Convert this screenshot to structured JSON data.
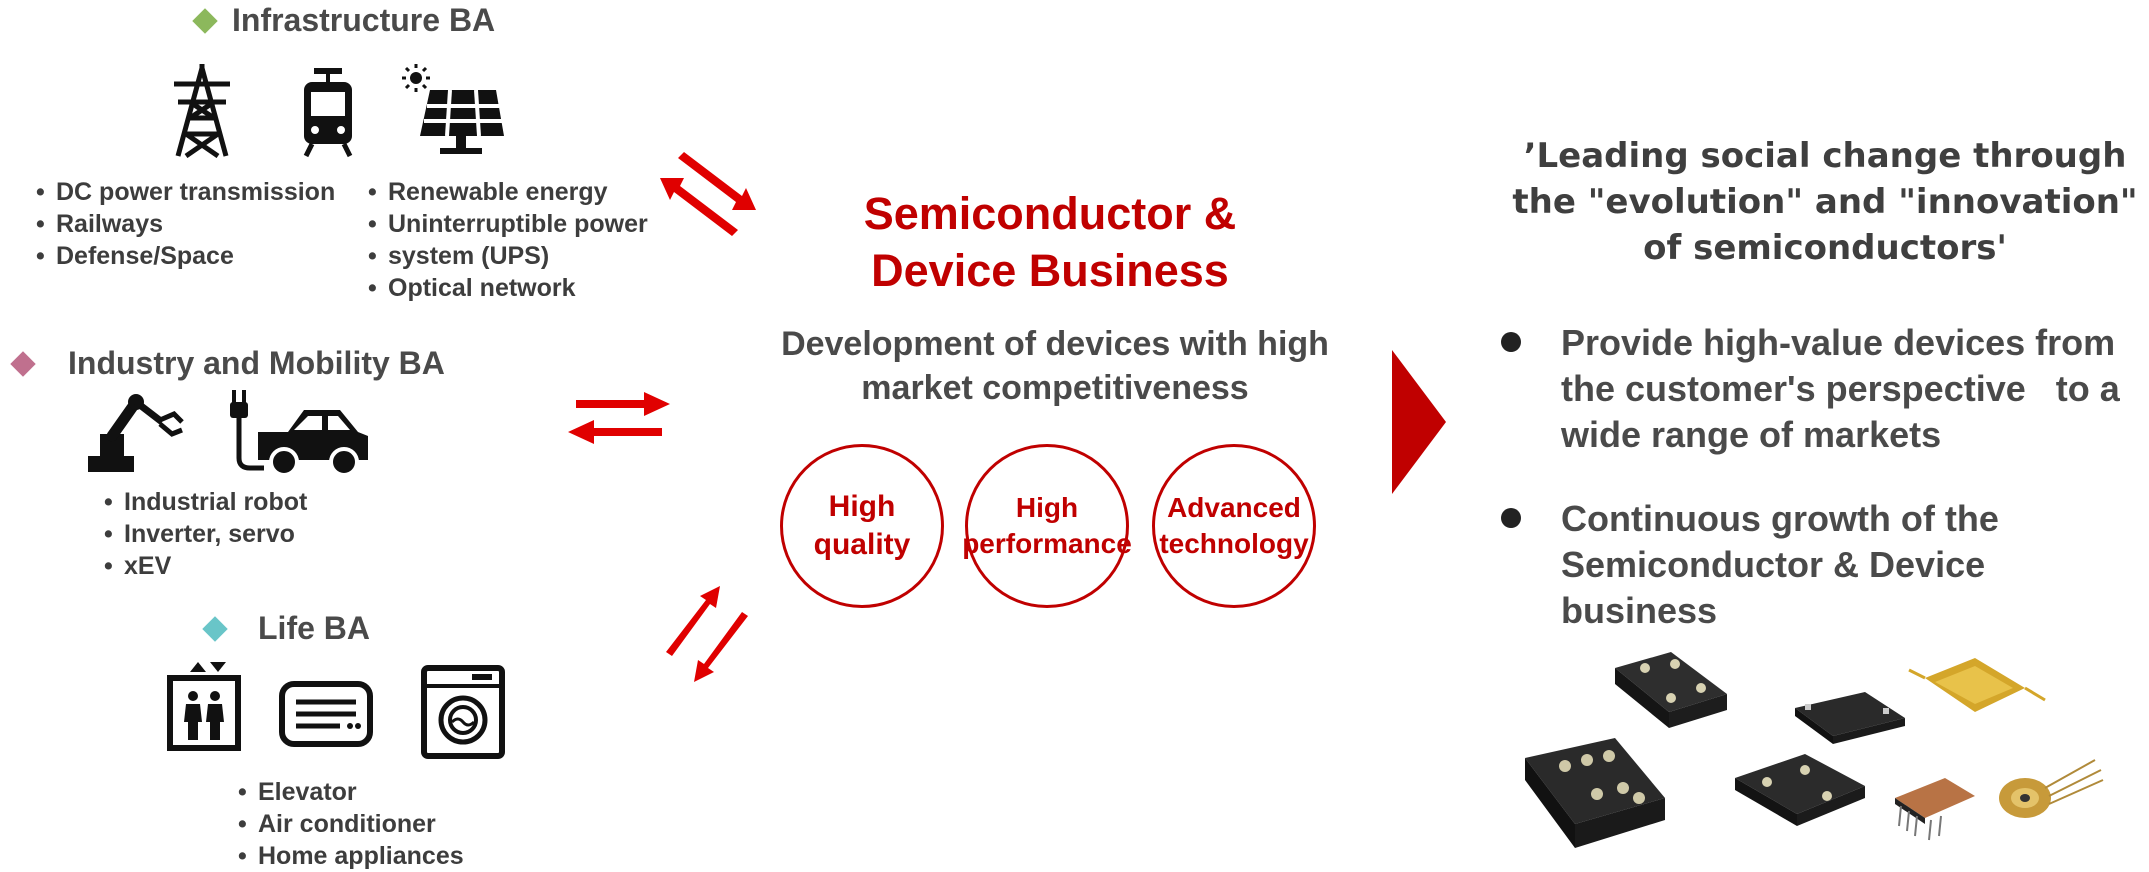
{
  "infrastructure": {
    "title": "Infrastructure BA",
    "diamond_color": "#8cb85c",
    "icons": [
      "power-tower-icon",
      "train-icon",
      "solar-panel-icon"
    ],
    "left_items": [
      "DC power transmission",
      "Railways",
      "Defense/Space"
    ],
    "right_items": [
      "Renewable energy",
      "Uninterruptible power",
      "system (UPS)",
      "Optical network"
    ]
  },
  "industry": {
    "title": "Industry and Mobility BA",
    "diamond_color": "#c0708e",
    "icons": [
      "industrial-robot-icon",
      "electric-car-icon"
    ],
    "items": [
      "Industrial robot",
      "Inverter, servo",
      "xEV"
    ]
  },
  "life": {
    "title": "Life BA",
    "diamond_color": "#69c5c8",
    "icons": [
      "elevator-icon",
      "air-conditioner-icon",
      "washing-machine-icon"
    ],
    "items": [
      "Elevator",
      "Air conditioner",
      "Home appliances"
    ]
  },
  "center": {
    "title_line1": "Semiconductor &",
    "title_line2": "Device Business",
    "subtitle_line1": "Development of devices with high",
    "subtitle_line2": "market competitiveness",
    "circles": [
      {
        "line1": "High",
        "line2": "quality"
      },
      {
        "line1": "High",
        "line2": "performance"
      },
      {
        "line1": "Advanced",
        "line2": "technology"
      }
    ],
    "accent_color": "#c00000"
  },
  "right": {
    "quote_line1": "’Leading social change through",
    "quote_line2": "the \"evolution\" and \"innovation\"",
    "quote_line3": "of semiconductors'",
    "bullets": [
      {
        "line1": "Provide high-value devices from",
        "line2": "the customer's perspective   to a",
        "line3": "wide range of markets"
      },
      {
        "line1": "Continuous growth of the",
        "line2": "Semiconductor & Device business"
      }
    ]
  }
}
